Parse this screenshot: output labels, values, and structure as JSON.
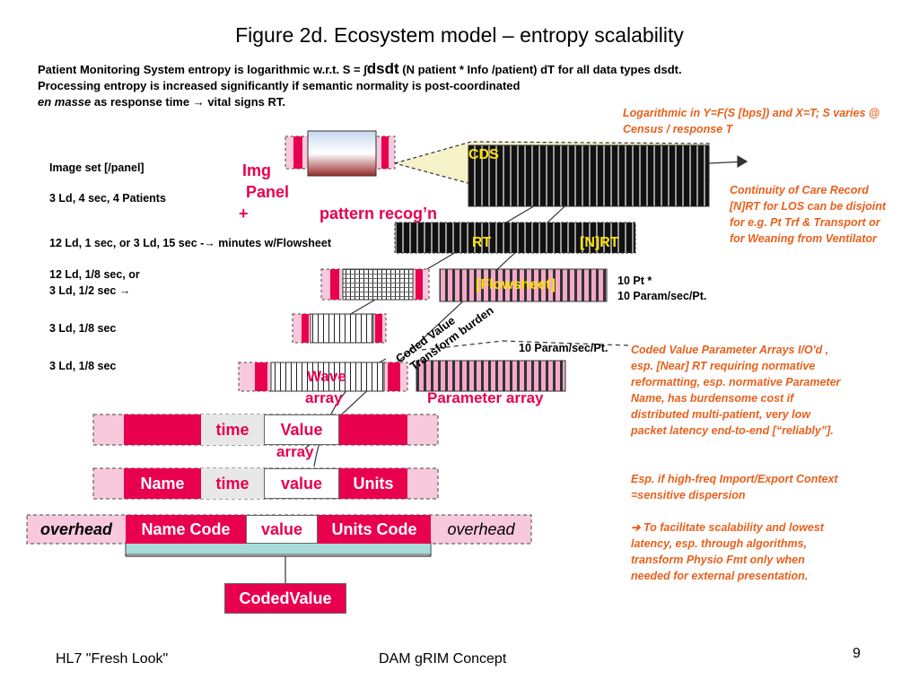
{
  "title": "Figure 2d.  Ecosystem model – entropy scalability",
  "intro": {
    "line1_a": "Patient Monitoring System entropy is logarithmic w.r.t. S = ∫",
    "line1_big": "dsdt",
    "line1_b": " (N patient * Info /patient) dT  for all data types dsdt.",
    "line2": "Processing entropy is increased significantly if semantic normality is post-coordinated",
    "line3_em": "en masse",
    "line3_rest": " as response time → vital signs RT."
  },
  "notes": {
    "logarithmic": "Logarithmic in Y=F(S [bps]) and X=T; S varies @ Census / response T",
    "continuity": "Continuity of Care Record [N]RT for LOS can be disjoint for e.g. Pt Trf & Transport or for Weaning from Ventilator",
    "coded_value_arrays": "Coded Value Parameter Arrays I/O'd , esp. [Near] RT requiring normative reformatting, esp. normative Parameter Name, has burdensome cost if distributed multi-patient, very low packet latency end-to-end [“reliably”].",
    "high_freq": "Esp. if high-freq Import/Export Context =sensitive dispersion",
    "facilitate": "➔ To facilitate scalability and lowest latency, esp. through algorithms, transform Physio Fmt  only when needed for external presentation."
  },
  "levels": {
    "image_set": "Image set [/panel]",
    "ld_3_4sec": "3 Ld, 4 sec, 4 Patients",
    "ld_12_1sec": "12 Ld, 1 sec, or 3 Ld, 15 sec -→ minutes w/Flowsheet",
    "ld_12_8th_a": "12 Ld, 1/8 sec, or",
    "ld_12_8th_b": "3 Ld, 1/2 sec →",
    "ld_3_8th_a": "3 Ld, 1/8 sec",
    "ld_3_8th_b": "3 Ld, 1/8 sec"
  },
  "labels": {
    "img_panel_1": "Img",
    "img_panel_2": "Panel",
    "img_panel_3": "+",
    "pattern_recog": "pattern recog’n",
    "cds": "CDS",
    "rt": "RT",
    "nrt": "[N]RT",
    "flowsheet": "[Flowsheet]",
    "pt10_a": "10 Pt *",
    "pt10_b": "10 Param/sec/Pt.",
    "param10": "10 Param/sec/Pt.",
    "coded_value_transform_1": "Coded Value",
    "coded_value_transform_2": "Transform burden",
    "wave_1": "Wave",
    "wave_2": "array",
    "parameter_array": "Parameter array"
  },
  "rows": {
    "time_value": {
      "time": "time",
      "value_1": "Value",
      "value_2": "array"
    },
    "name_row": {
      "name": "Name",
      "time": "time",
      "value": "value",
      "units": "Units"
    },
    "code_row": {
      "overhead_left": "overhead",
      "name_code": "Name Code",
      "value": "value",
      "units_code": "Units Code",
      "overhead_right": "overhead"
    },
    "coded_value": "CodedValue"
  },
  "footer": {
    "left": "HL7 \"Fresh Look\"",
    "center": "DAM gRIM Concept",
    "page": "9"
  },
  "colors": {
    "accent_pink": "#e8004f",
    "note_orange": "#e8601c",
    "highlight_yellow": "#ffe400"
  }
}
